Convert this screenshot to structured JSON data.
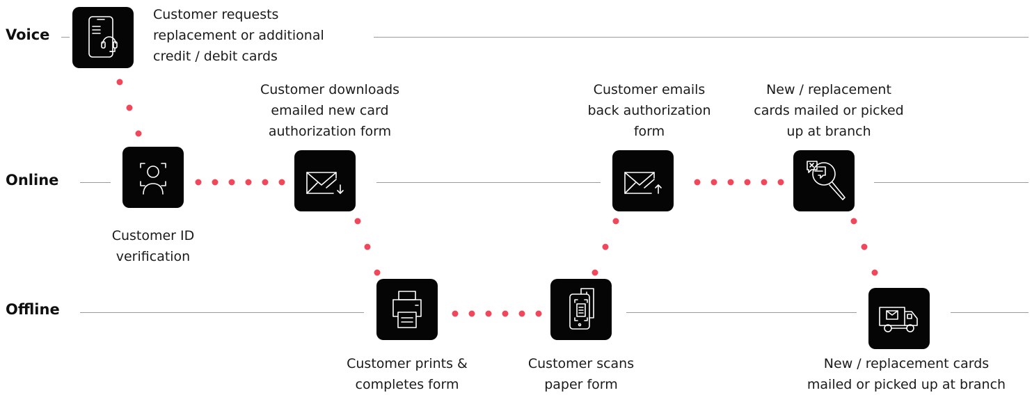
{
  "lanes": {
    "voice": "Voice",
    "online": "Online",
    "offline": "Offline"
  },
  "steps": {
    "request": {
      "icon": "phone-headset-icon",
      "caption": "Customer requests\nreplacement or additional\ncredit / debit cards"
    },
    "id_verification": {
      "icon": "face-scan-icon",
      "caption": "Customer ID\nverification"
    },
    "download_form": {
      "icon": "email-download-icon",
      "caption": "Customer downloads\nemailed new card\nauthorization form"
    },
    "print_form": {
      "icon": "printer-icon",
      "caption": "Customer prints &\ncompletes form"
    },
    "scan_form": {
      "icon": "phone-scan-document-icon",
      "caption": "Customer scans\npaper form"
    },
    "email_back": {
      "icon": "email-upload-icon",
      "caption": "Customer emails\nback authorization\nform"
    },
    "cards_online": {
      "icon": "chat-search-icon",
      "caption": "New / replacement\ncards mailed or picked\nup at branch"
    },
    "cards_offline": {
      "icon": "delivery-truck-icon",
      "caption": "New / replacement cards\nmailed or picked up at branch"
    }
  },
  "colors": {
    "connector_dots": "#f0475b",
    "node_fill": "#050505",
    "lane_line": "#9a9a9a"
  }
}
